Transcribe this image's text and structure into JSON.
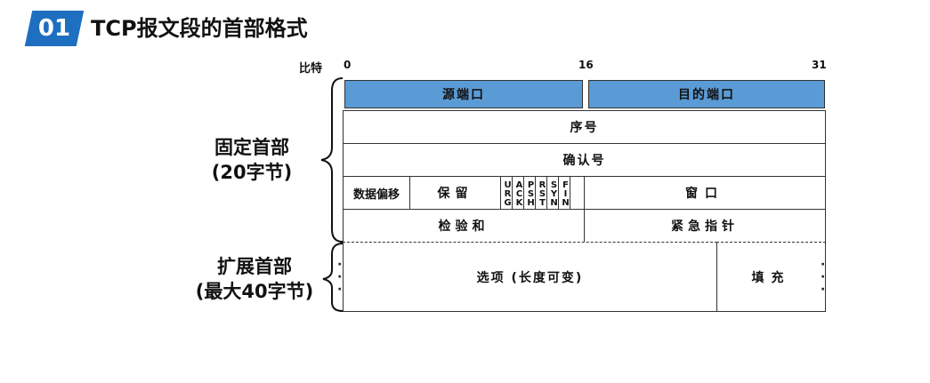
{
  "header": {
    "badge": "01",
    "title": "TCP报文段的首部格式"
  },
  "diagram": {
    "bit_label": "比特",
    "ticks": [
      "0",
      "16",
      "31"
    ],
    "fixed_header": {
      "line1": "固定首部",
      "line2": "(20字节)"
    },
    "ext_header": {
      "line1": "扩展首部",
      "line2": "(最大40字节)"
    },
    "rows": {
      "src_port": "源端口",
      "dst_port": "目的端口",
      "seq": "序号",
      "ack": "确认号",
      "data_offset": "数据偏移",
      "reserved": "保留",
      "flags": [
        "URG",
        "ACK",
        "PSH",
        "RST",
        "SYN",
        "FIN"
      ],
      "window": "窗口",
      "checksum": "检验和",
      "urgent_ptr": "紧急指针",
      "options": "选项 (长度可变)",
      "padding": "填充"
    },
    "colors": {
      "highlight": "#5b9bd5",
      "badge": "#1e6fc0"
    }
  }
}
